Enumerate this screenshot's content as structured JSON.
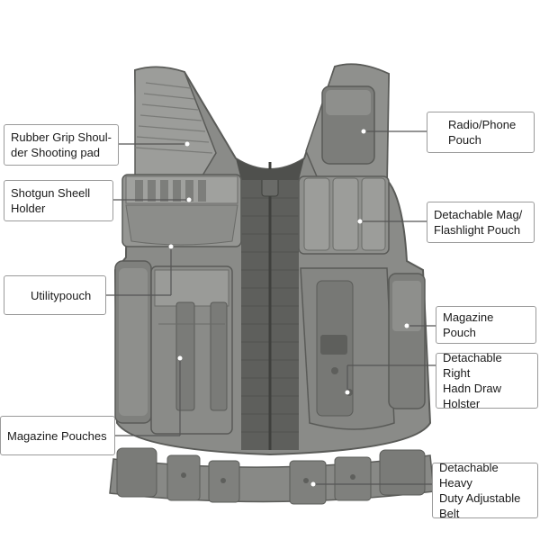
{
  "callouts": [
    {
      "id": "rubber-grip",
      "text": "Rubber Grip Shoul-\nder Shooting pad"
    },
    {
      "id": "shotgun",
      "text": "Shotgun Sheell\nHolder"
    },
    {
      "id": "utility",
      "text": "Utilitypouch"
    },
    {
      "id": "mag-pouches",
      "text": "Magazine Pouches"
    },
    {
      "id": "radio",
      "text": "Radio/Phone\nPouch"
    },
    {
      "id": "mag-flash",
      "text": "Detachable Mag/\nFlashlight Pouch"
    },
    {
      "id": "mag-pouch",
      "text": "Magazine Pouch"
    },
    {
      "id": "holster",
      "text": "Detachable Right\nHadn Draw\nHolster"
    },
    {
      "id": "belt",
      "text": "Detachable Heavy\nDuty Adjustable\nBelt"
    }
  ],
  "colors": {
    "vest": "#8a8b88",
    "vest_dark": "#6f706d",
    "vest_light": "#a3a4a1",
    "mesh": "#5e5f5c",
    "line": "#555555"
  }
}
